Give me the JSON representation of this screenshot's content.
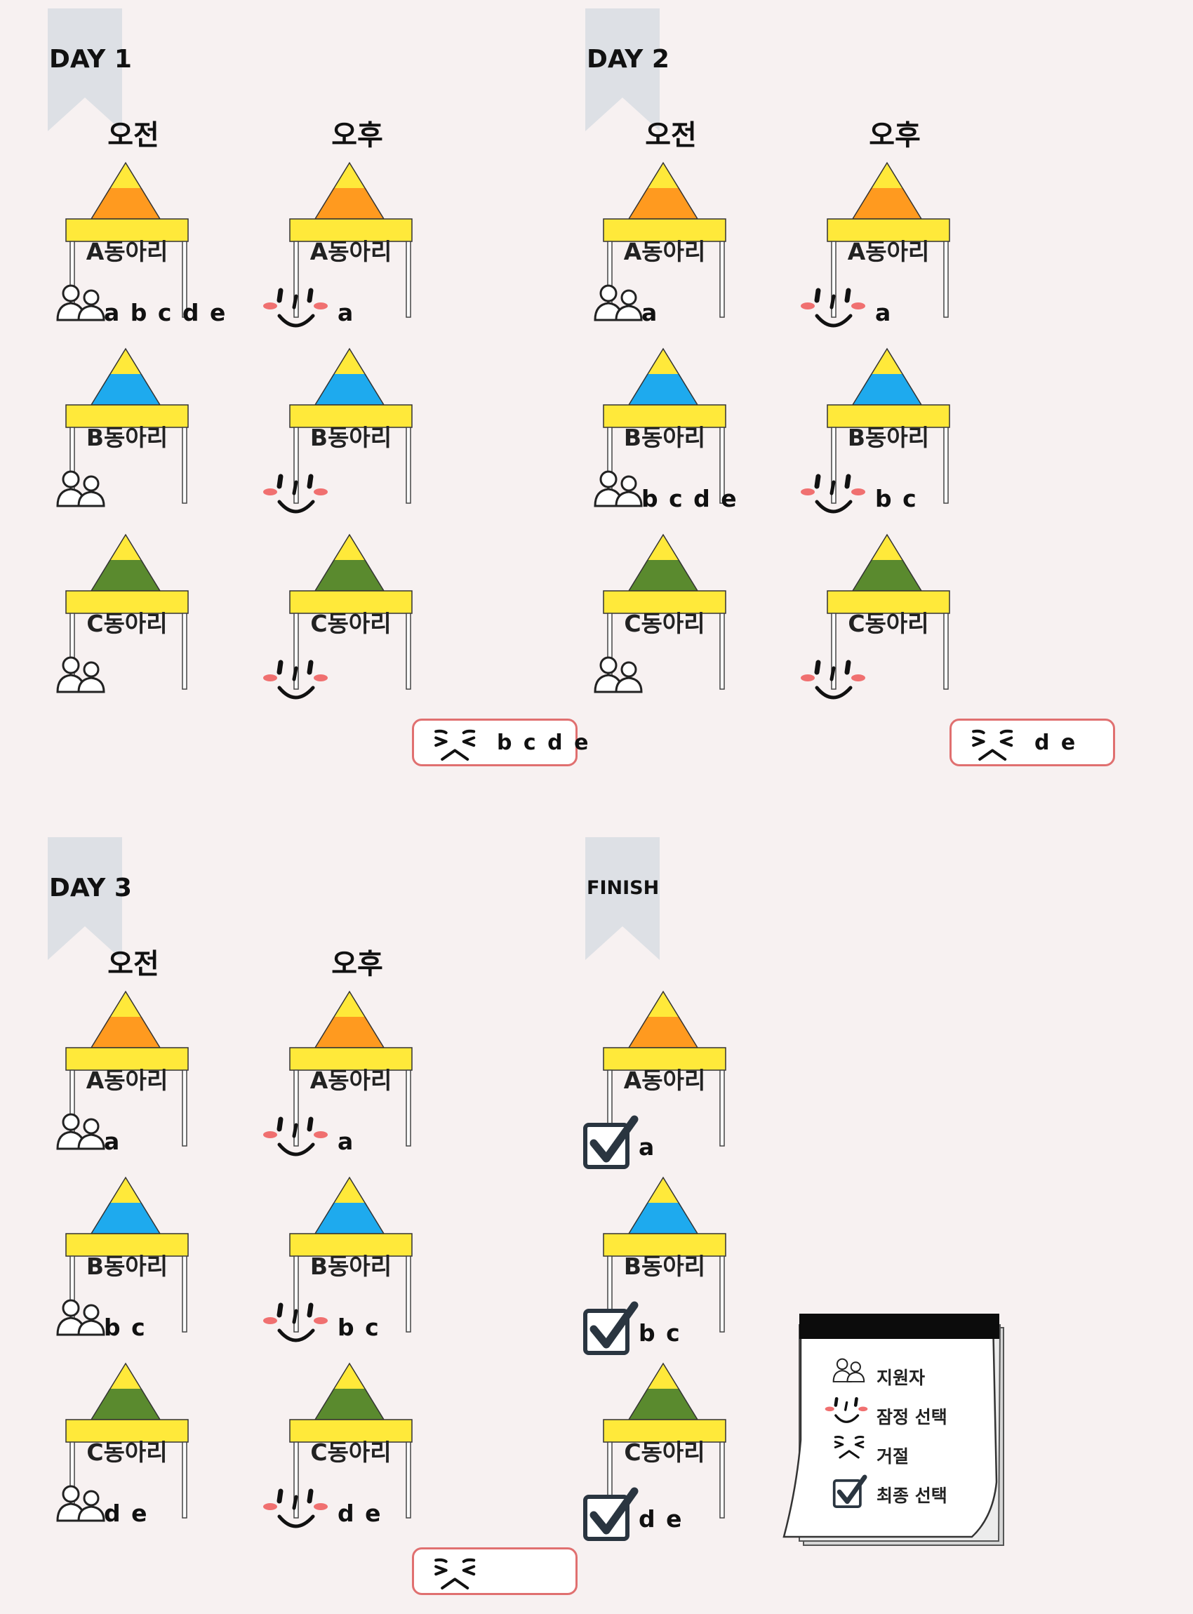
{
  "sections": [
    {
      "label": "DAY 1",
      "periods": [
        {
          "label": "오전",
          "reject": null,
          "tents": [
            {
              "club": "A동아리",
              "status": "applicant",
              "names": "a b c d e"
            },
            {
              "club": "B동아리",
              "status": "applicant",
              "names": ""
            },
            {
              "club": "C동아리",
              "status": "applicant",
              "names": ""
            }
          ]
        },
        {
          "label": "오후",
          "reject": "b c d e",
          "tents": [
            {
              "club": "A동아리",
              "status": "tentative",
              "names": "a"
            },
            {
              "club": "B동아리",
              "status": "tentative",
              "names": ""
            },
            {
              "club": "C동아리",
              "status": "tentative",
              "names": ""
            }
          ]
        }
      ]
    },
    {
      "label": "DAY 2",
      "periods": [
        {
          "label": "오전",
          "reject": null,
          "tents": [
            {
              "club": "A동아리",
              "status": "applicant",
              "names": "a"
            },
            {
              "club": "B동아리",
              "status": "applicant",
              "names": "b c d e"
            },
            {
              "club": "C동아리",
              "status": "applicant",
              "names": ""
            }
          ]
        },
        {
          "label": "오후",
          "reject": "d e",
          "tents": [
            {
              "club": "A동아리",
              "status": "tentative",
              "names": "a"
            },
            {
              "club": "B동아리",
              "status": "tentative",
              "names": "b c"
            },
            {
              "club": "C동아리",
              "status": "tentative",
              "names": ""
            }
          ]
        }
      ]
    },
    {
      "label": "DAY 3",
      "periods": [
        {
          "label": "오전",
          "reject": null,
          "tents": [
            {
              "club": "A동아리",
              "status": "applicant",
              "names": "a"
            },
            {
              "club": "B동아리",
              "status": "applicant",
              "names": "b c"
            },
            {
              "club": "C동아리",
              "status": "applicant",
              "names": "d e"
            }
          ]
        },
        {
          "label": "오후",
          "reject": "",
          "tents": [
            {
              "club": "A동아리",
              "status": "tentative",
              "names": "a"
            },
            {
              "club": "B동아리",
              "status": "tentative",
              "names": "b c"
            },
            {
              "club": "C동아리",
              "status": "tentative",
              "names": "d e"
            }
          ]
        }
      ]
    },
    {
      "label": "FINISH",
      "periods": [
        {
          "label": "",
          "reject": null,
          "tents": [
            {
              "club": "A동아리",
              "status": "final",
              "names": "a"
            },
            {
              "club": "B동아리",
              "status": "final",
              "names": "b c"
            },
            {
              "club": "C동아리",
              "status": "final",
              "names": "d e"
            }
          ]
        }
      ]
    }
  ],
  "legend": [
    {
      "icon": "applicant",
      "label": "지원자"
    },
    {
      "icon": "tentative",
      "label": "잠정 선택"
    },
    {
      "icon": "reject",
      "label": "거절"
    },
    {
      "icon": "final",
      "label": "최종 선택"
    }
  ],
  "colors": {
    "background": "#f7f1f1",
    "ribbon": "#dde0e5",
    "tent_yellow": "#ffe93a",
    "tent_a_band": "#ff9a1f",
    "tent_b_band": "#1eaaee",
    "tent_c_band": "#5a8a2e",
    "blush": "#f07070",
    "reject_border": "#e07070",
    "check": "#2a3540"
  }
}
